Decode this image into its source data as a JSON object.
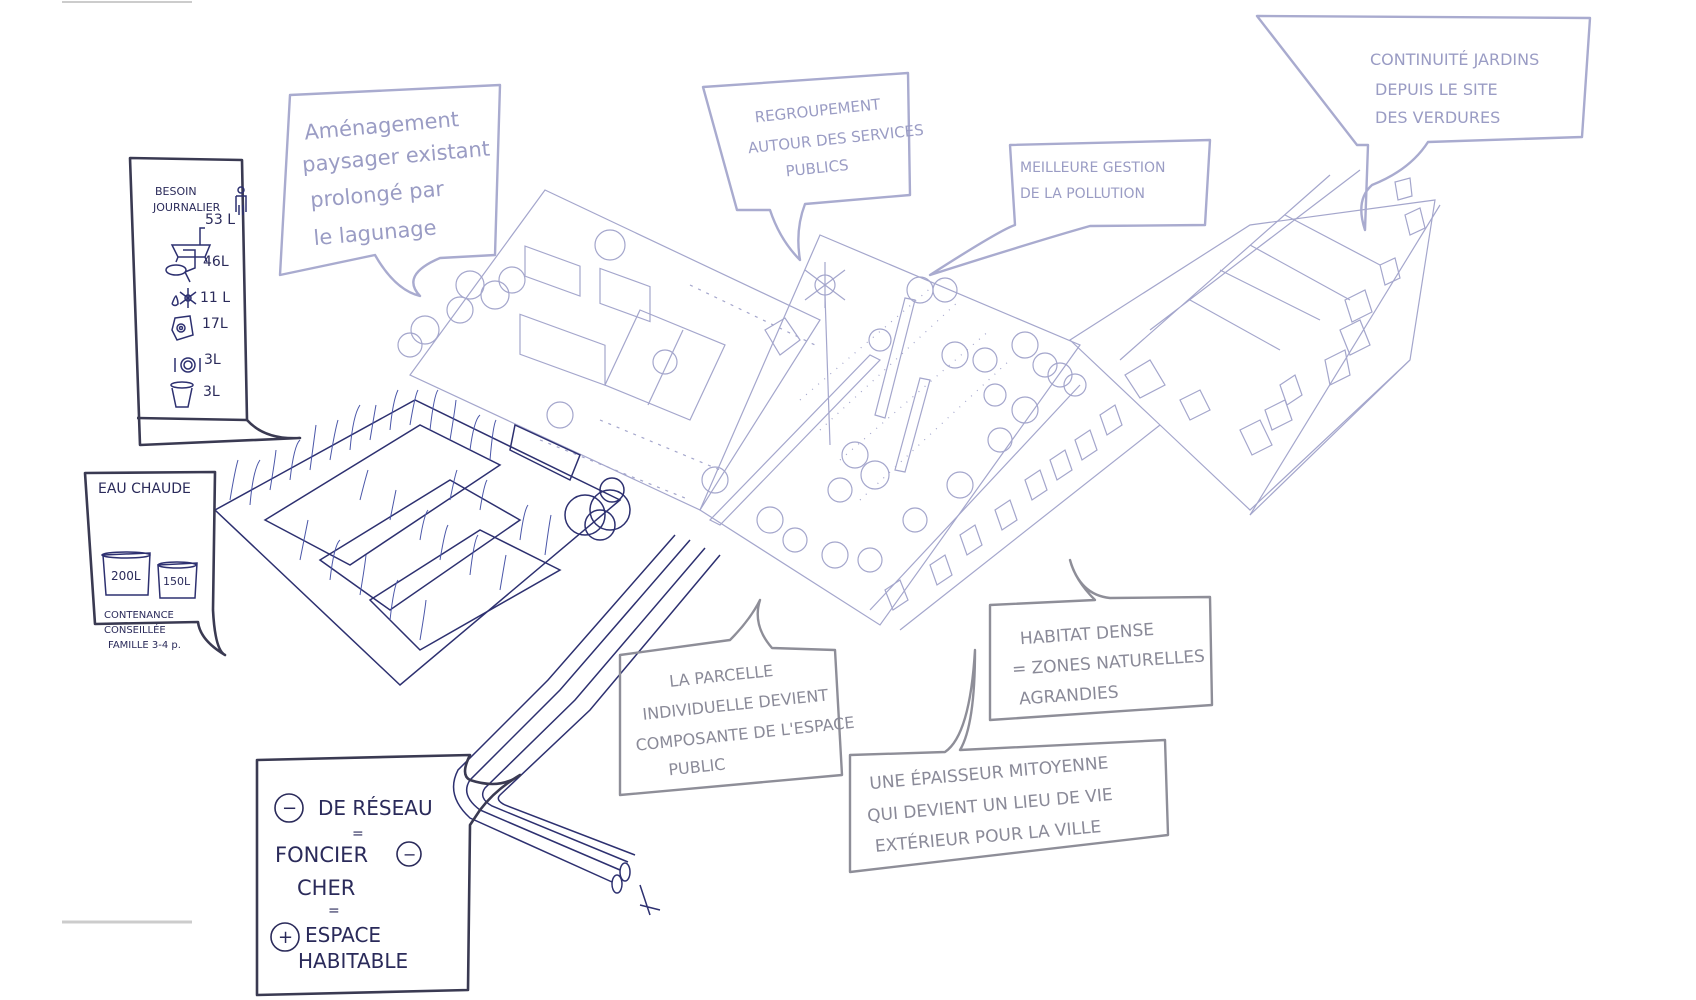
{
  "sketch": {
    "colors": {
      "pale_ink": "#a4a6cc",
      "dark_ink": "#2d3070",
      "grey_pencil": "#8e8e98"
    },
    "water_needs": {
      "title_line1": "BESOIN",
      "title_line2": "JOURNALIER",
      "items": [
        {
          "icon": "bathtub-icon",
          "value": "53 L"
        },
        {
          "icon": "toilet-icon",
          "value": "46L"
        },
        {
          "icon": "flower-watering-icon",
          "value": "11 L"
        },
        {
          "icon": "washing-machine-icon",
          "value": "17L"
        },
        {
          "icon": "dishes-icon",
          "value": "3L"
        },
        {
          "icon": "bucket-icon",
          "value": "3L"
        }
      ]
    },
    "hot_water": {
      "title": "EAU CHAUDE",
      "tank1": "200L",
      "tank2": "150L",
      "caption_line1": "CONTENANCE",
      "caption_line2": "CONSEILLÉE",
      "caption_line3": "FAMILLE 3-4 p."
    },
    "network": {
      "line1": "DE RÉSEAU",
      "eq1": "=",
      "line2": "FONCIER",
      "line3": "CHER",
      "eq2": "=",
      "line4": "ESPACE",
      "line5": "HABITABLE",
      "minus": "−",
      "plus": "+"
    },
    "callouts": {
      "landscape": [
        "Aménagement",
        "paysager existant",
        "prolongé par",
        "le lagunage"
      ],
      "services": [
        "REGROUPEMENT",
        "AUTOUR DES SERVICES",
        "PUBLICS"
      ],
      "pollution": [
        "MEILLEURE GESTION",
        "DE LA POLLUTION"
      ],
      "continuity": [
        "CONTINUITÉ JARDINS",
        "DEPUIS LE SITE",
        "DES VERDURES"
      ],
      "parcel": [
        "LA PARCELLE",
        "INDIVIDUELLE DEVIENT",
        "COMPOSANTE DE L'ESPACE",
        "PUBLIC"
      ],
      "dense": [
        "HABITAT DENSE",
        "= ZONES NATURELLES",
        "AGRANDIES"
      ],
      "thickness": [
        "UNE   ÉPAISSEUR MITOYENNE",
        "QUI DEVIENT UN LIEU DE VIE",
        "EXTÉRIEUR POUR LA VILLE"
      ]
    }
  }
}
